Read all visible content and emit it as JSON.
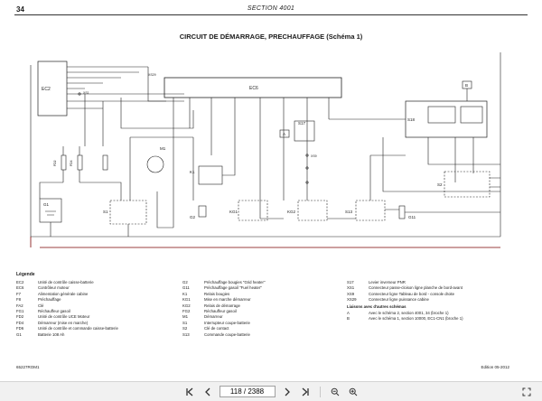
{
  "header": {
    "page_number": "34",
    "section": "SECTION 4001",
    "title": "CIRCUIT DE DÉMARRAGE, PRECHAUFFAGE (Schéma 1)"
  },
  "diagram_labels": {
    "ec2": "EC2",
    "ec6": "EC6",
    "s18": "S18",
    "s17": "S17",
    "s2": "S2",
    "k1": "K1",
    "m1": "M1",
    "g1": "G1",
    "g2": "G2",
    "g11": "G11",
    "s1": "S1",
    "s13": "S13",
    "kg1": "KG1",
    "kg2": "KG2",
    "fd2": "FD2",
    "fd4": "FD4",
    "a": "A",
    "b": "B",
    "xs1": "XS1",
    "xs9": "XS9",
    "xs29": "XS29"
  },
  "legend": {
    "title": "Légende",
    "col1": [
      {
        "code": "EC2",
        "text": "Unité de contrôle caisse-batterie"
      },
      {
        "code": "EC6",
        "text": "Contrôleur moteur"
      },
      {
        "code": "F7",
        "text": "Alimentation générale cabine"
      },
      {
        "code": "F8",
        "text": "Préchauffage"
      },
      {
        "code": "FA2",
        "text": "Clé"
      },
      {
        "code": "FG1",
        "text": "Réchauffeur gasoil"
      },
      {
        "code": "FD2",
        "text": "Unité de contrôle UCE Moteur"
      },
      {
        "code": "FD4",
        "text": "Démarreur (mise en marche)"
      },
      {
        "code": "FD6",
        "text": "Unité de contrôle et commande caisse-batterie"
      },
      {
        "code": "G1",
        "text": "Batterie 108 Ah"
      }
    ],
    "col2": [
      {
        "code": "G2",
        "text": "Préchauffage bougies \"Grid heater\""
      },
      {
        "code": "G11",
        "text": "Préchauffage gasoil \"Fuel heater\""
      },
      {
        "code": "K1",
        "text": "Relais bougies"
      },
      {
        "code": "KG1",
        "text": "Mise en marche démarreur"
      },
      {
        "code": "KG2",
        "text": "Relais de démarrage"
      },
      {
        "code": "FG2",
        "text": "Réchauffeur gasoil"
      },
      {
        "code": "M1",
        "text": "Démarreur"
      },
      {
        "code": "S1",
        "text": "Interrupteur coupe-batterie"
      },
      {
        "code": "S2",
        "text": "Clé de contact"
      },
      {
        "code": "S13",
        "text": "Commande coupe-batterie"
      }
    ],
    "col3": [
      {
        "code": "S17",
        "text": "Levier inverseur PNR"
      },
      {
        "code": "XS1",
        "text": "Connecteur passe-cloison ligne planche de bord-avant"
      },
      {
        "code": "XS9",
        "text": "Connecteur ligne Tableau de bord - console droite"
      },
      {
        "code": "XS29",
        "text": "Connecteur ligne puissance cabine"
      }
    ],
    "links_title": "Liaisons avec d'autres schémas",
    "links": [
      {
        "code": "A",
        "text": "Avec le schéma 2, section 4001, 34 (broche 1)"
      },
      {
        "code": "B",
        "text": "Avec le schéma 1, section 10000, EC1-CN1 (broche 1)"
      }
    ]
  },
  "footer": {
    "left": "65227ROM1",
    "right": "Edition 05-2012"
  },
  "toolbar": {
    "current_page": "118 / 2388"
  }
}
